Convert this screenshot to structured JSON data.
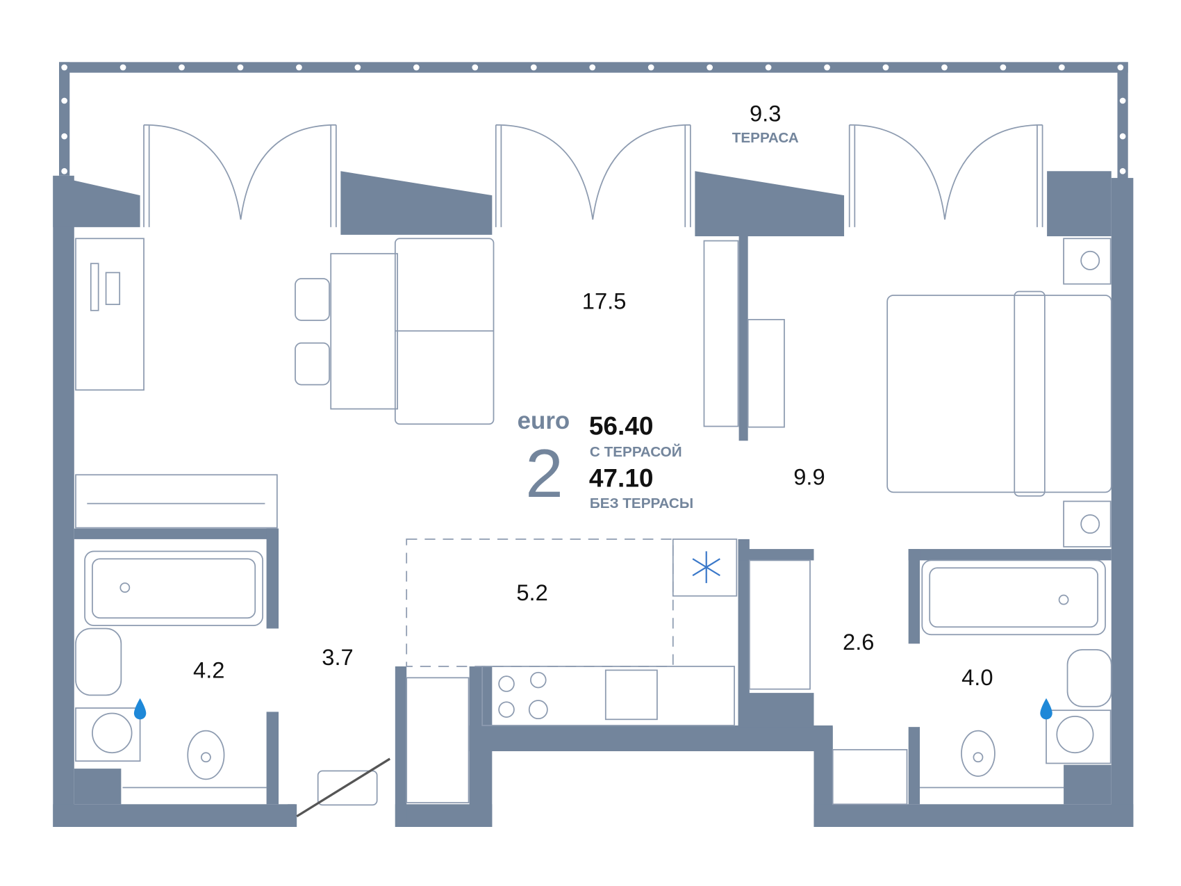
{
  "plan": {
    "type_label": "euro",
    "rooms_count": "2",
    "area_with_terrace": "56.40",
    "with_terrace_label": "С ТЕРРАСОЙ",
    "area_without_terrace": "47.10",
    "without_terrace_label": "БЕЗ ТЕРРАСЫ"
  },
  "rooms": {
    "terrace_area": "9.3",
    "terrace_label": "ТЕРРАСА",
    "living": "17.5",
    "bedroom": "9.9",
    "kitchen": "5.2",
    "hall": "3.7",
    "bath_left": "4.2",
    "corridor": "2.6",
    "bath_right": "4.0"
  },
  "colors": {
    "wall": "#73859c",
    "water": "#1e88d8",
    "snow": "#3a78c9"
  }
}
